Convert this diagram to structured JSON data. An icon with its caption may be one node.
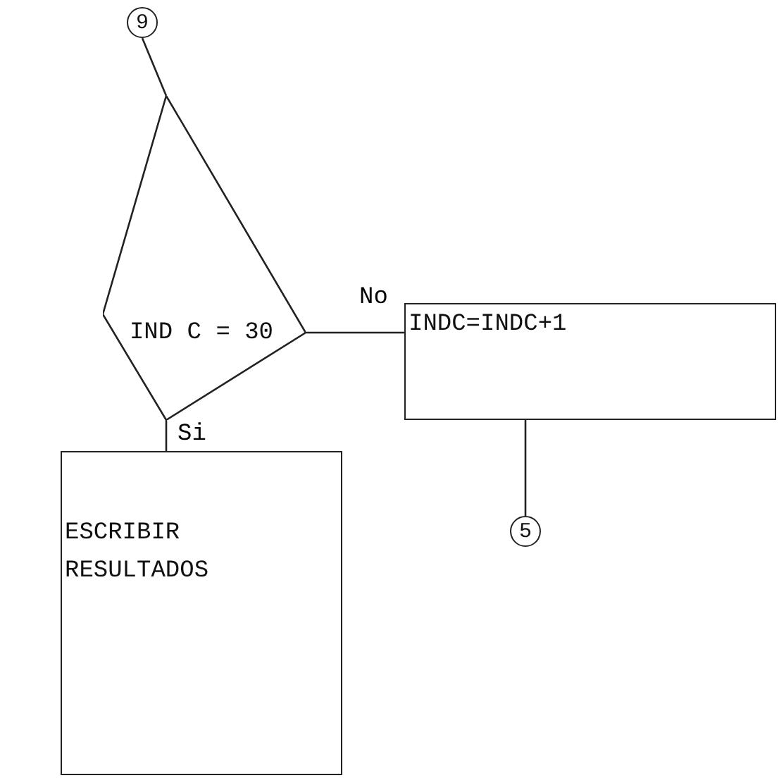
{
  "diagram": {
    "nodes": [
      {
        "text": [
          "9"
        ]
      },
      {
        "text": [
          "IND C = 30"
        ]
      },
      {
        "text": [
          "INDC=INDC+1"
        ]
      },
      {
        "text": [
          "5"
        ]
      },
      {
        "text": [
          "ESCRIBIR RESULTADOS"
        ]
      }
    ],
    "edges": [
      {
        "from": 0,
        "to": 1,
        "arrow": "none"
      },
      {
        "from": 1,
        "to": 2,
        "arrow": "none",
        "label": "No"
      },
      {
        "from": 2,
        "to": 3,
        "arrow": "none"
      },
      {
        "from": 1,
        "to": 4,
        "arrow": "none",
        "label": "Si"
      }
    ]
  }
}
